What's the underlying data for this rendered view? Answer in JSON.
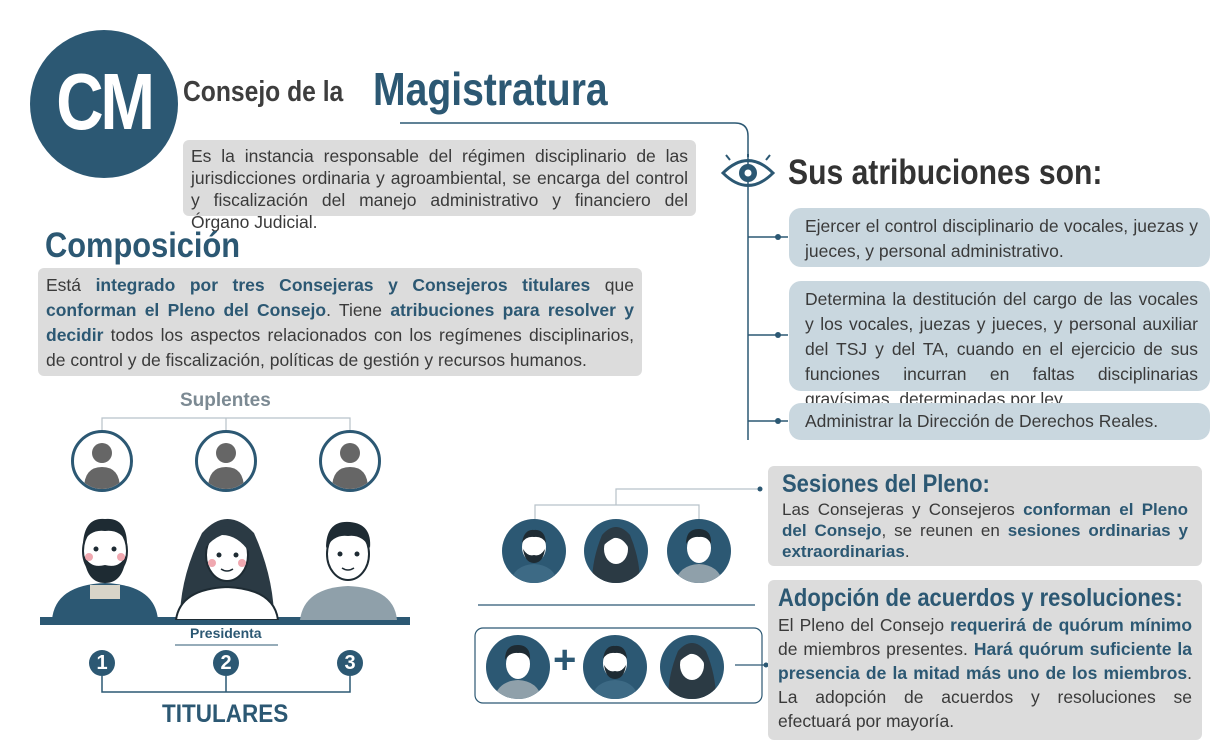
{
  "header": {
    "logo_text": "CM",
    "title_small": "Consejo de la",
    "title_big": "Magistratura",
    "description": "Es la instancia responsable del régimen disciplinario de las jurisdicciones ordinaria y agroambiental, se encarga del control y fiscalización del manejo administrativo y financiero del Órgano Judicial."
  },
  "composicion": {
    "heading": "Composición",
    "t1": "Está ",
    "b1": "integrado por tres Consejeras y Consejeros titulares",
    "t2": " que ",
    "b2": "conforman el Pleno del Consejo",
    "t3": ". Tiene ",
    "b3": "atribuciones para resolver y decidir",
    "t4": " todos los aspectos relacionados con los regímenes disciplinarios, de control y de fiscalización, políticas de gestión y recursos humanos."
  },
  "members": {
    "suplentes_label": "Suplentes",
    "presidenta_label": "Presidenta",
    "numbers": [
      "1",
      "2",
      "3"
    ],
    "titulares_label": "TITULARES"
  },
  "atribuciones": {
    "heading": "Sus atribuciones son:",
    "items": [
      "Ejercer el control disciplinario de vocales, juezas y jueces, y personal administrativo.",
      "Determina la destitución del cargo de las vocales y los vocales, juezas y jueces, y personal auxiliar del TSJ y del TA, cuando en el ejercicio de sus funciones incurran en faltas disciplinarias gravísimas, determinadas por ley.",
      "Administrar la Dirección de Derechos Reales."
    ]
  },
  "sesiones": {
    "heading": "Sesiones del Pleno:",
    "t1": "Las Consejeras y Consejeros ",
    "b1": "conforman el Pleno del Consejo",
    "t2": ", se reunen en ",
    "b2": "sesiones ordinarias y extraordinarias",
    "t3": "."
  },
  "adopcion": {
    "heading": "Adopción de acuerdos y resoluciones:",
    "t1": "El Pleno del Consejo ",
    "b1": "requerirá de quórum mínimo",
    "t2": " de miembros presentes. ",
    "b2": "Hará quórum suficiente la presencia de la mitad más uno de los miembros",
    "t3": ". La adopción de acuerdos y resoluciones se efectuará por mayoría.",
    "plus": "+"
  },
  "colors": {
    "primary": "#2c5873",
    "box_gray": "#dcdcdc",
    "box_blue": "#c9d7df"
  },
  "icons": [
    "eye-icon",
    "person-silhouette-icon",
    "avatar-man-beard",
    "avatar-woman",
    "avatar-young-man"
  ]
}
